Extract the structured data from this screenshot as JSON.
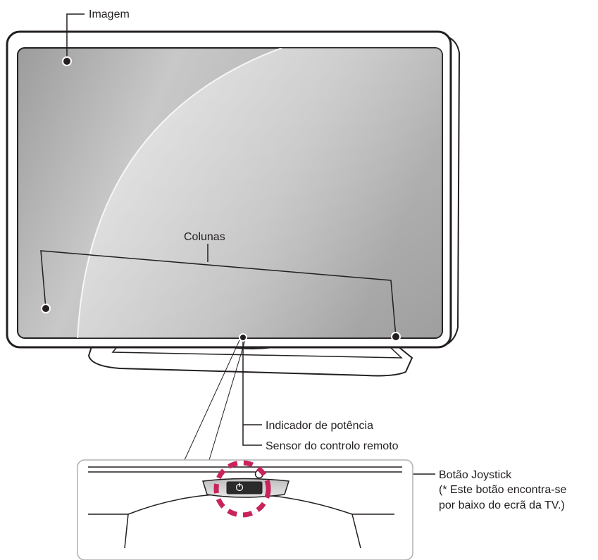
{
  "labels": {
    "image": "Imagem",
    "speakers": "Colunas",
    "power_indicator": "Indicador de potência",
    "remote_sensor": "Sensor do controlo remoto",
    "joystick_title": "Botão Joystick",
    "joystick_note_1": "(* Este botão encontra-se",
    "joystick_note_2": "por baixo do ecrã da TV.)"
  },
  "colors": {
    "outline": "#231f20",
    "highlight_circle": "#c8235a"
  }
}
